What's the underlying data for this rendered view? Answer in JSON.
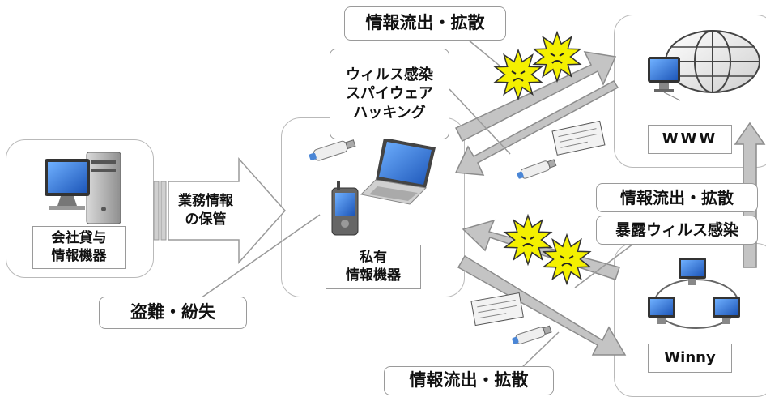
{
  "colors": {
    "arrow_fill": "#c4c4c4",
    "arrow_stroke": "#8c8c8c",
    "threat_star": "#f4f000",
    "panel_border": "#b9b9b9",
    "monitor_blue": "#2f6fd0"
  },
  "nodes": {
    "company": {
      "label": "会社貸与\n情報機器"
    },
    "private": {
      "label": "私有\n情報機器"
    },
    "www": {
      "label": "WWW"
    },
    "winny": {
      "label": "Winny"
    }
  },
  "arrows": {
    "storage": {
      "label": "業務情報\nの保管"
    }
  },
  "callouts": {
    "leak_top": "情報流出・拡散",
    "virus_list": "ウィルス感染\nスパイウェア\nハッキング",
    "theft": "盗難・紛失",
    "leak_right": "情報流出・拡散",
    "exposure": "暴露ウィルス感染",
    "leak_bottom": "情報流出・拡散"
  },
  "icons": [
    "desktop-pc-icon",
    "laptop-icon",
    "pda-icon",
    "usb-stick-icon",
    "globe-icon",
    "network-pc-icon",
    "document-icon",
    "threat-star-icon"
  ]
}
